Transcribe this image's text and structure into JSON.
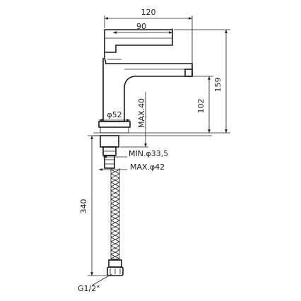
{
  "dimensions": {
    "spout_reach": "120",
    "handle_length": "90",
    "total_height": "159",
    "spout_height": "102",
    "base_diameter": "φ52",
    "max_deck_thickness": "MAX.40",
    "min_hole": "MIN.φ33,5",
    "max_hole": "MAX.φ42",
    "hose_length": "340",
    "thread": "G1/2\""
  },
  "colors": {
    "ink": "#1a1a1a",
    "background": "#ffffff"
  }
}
